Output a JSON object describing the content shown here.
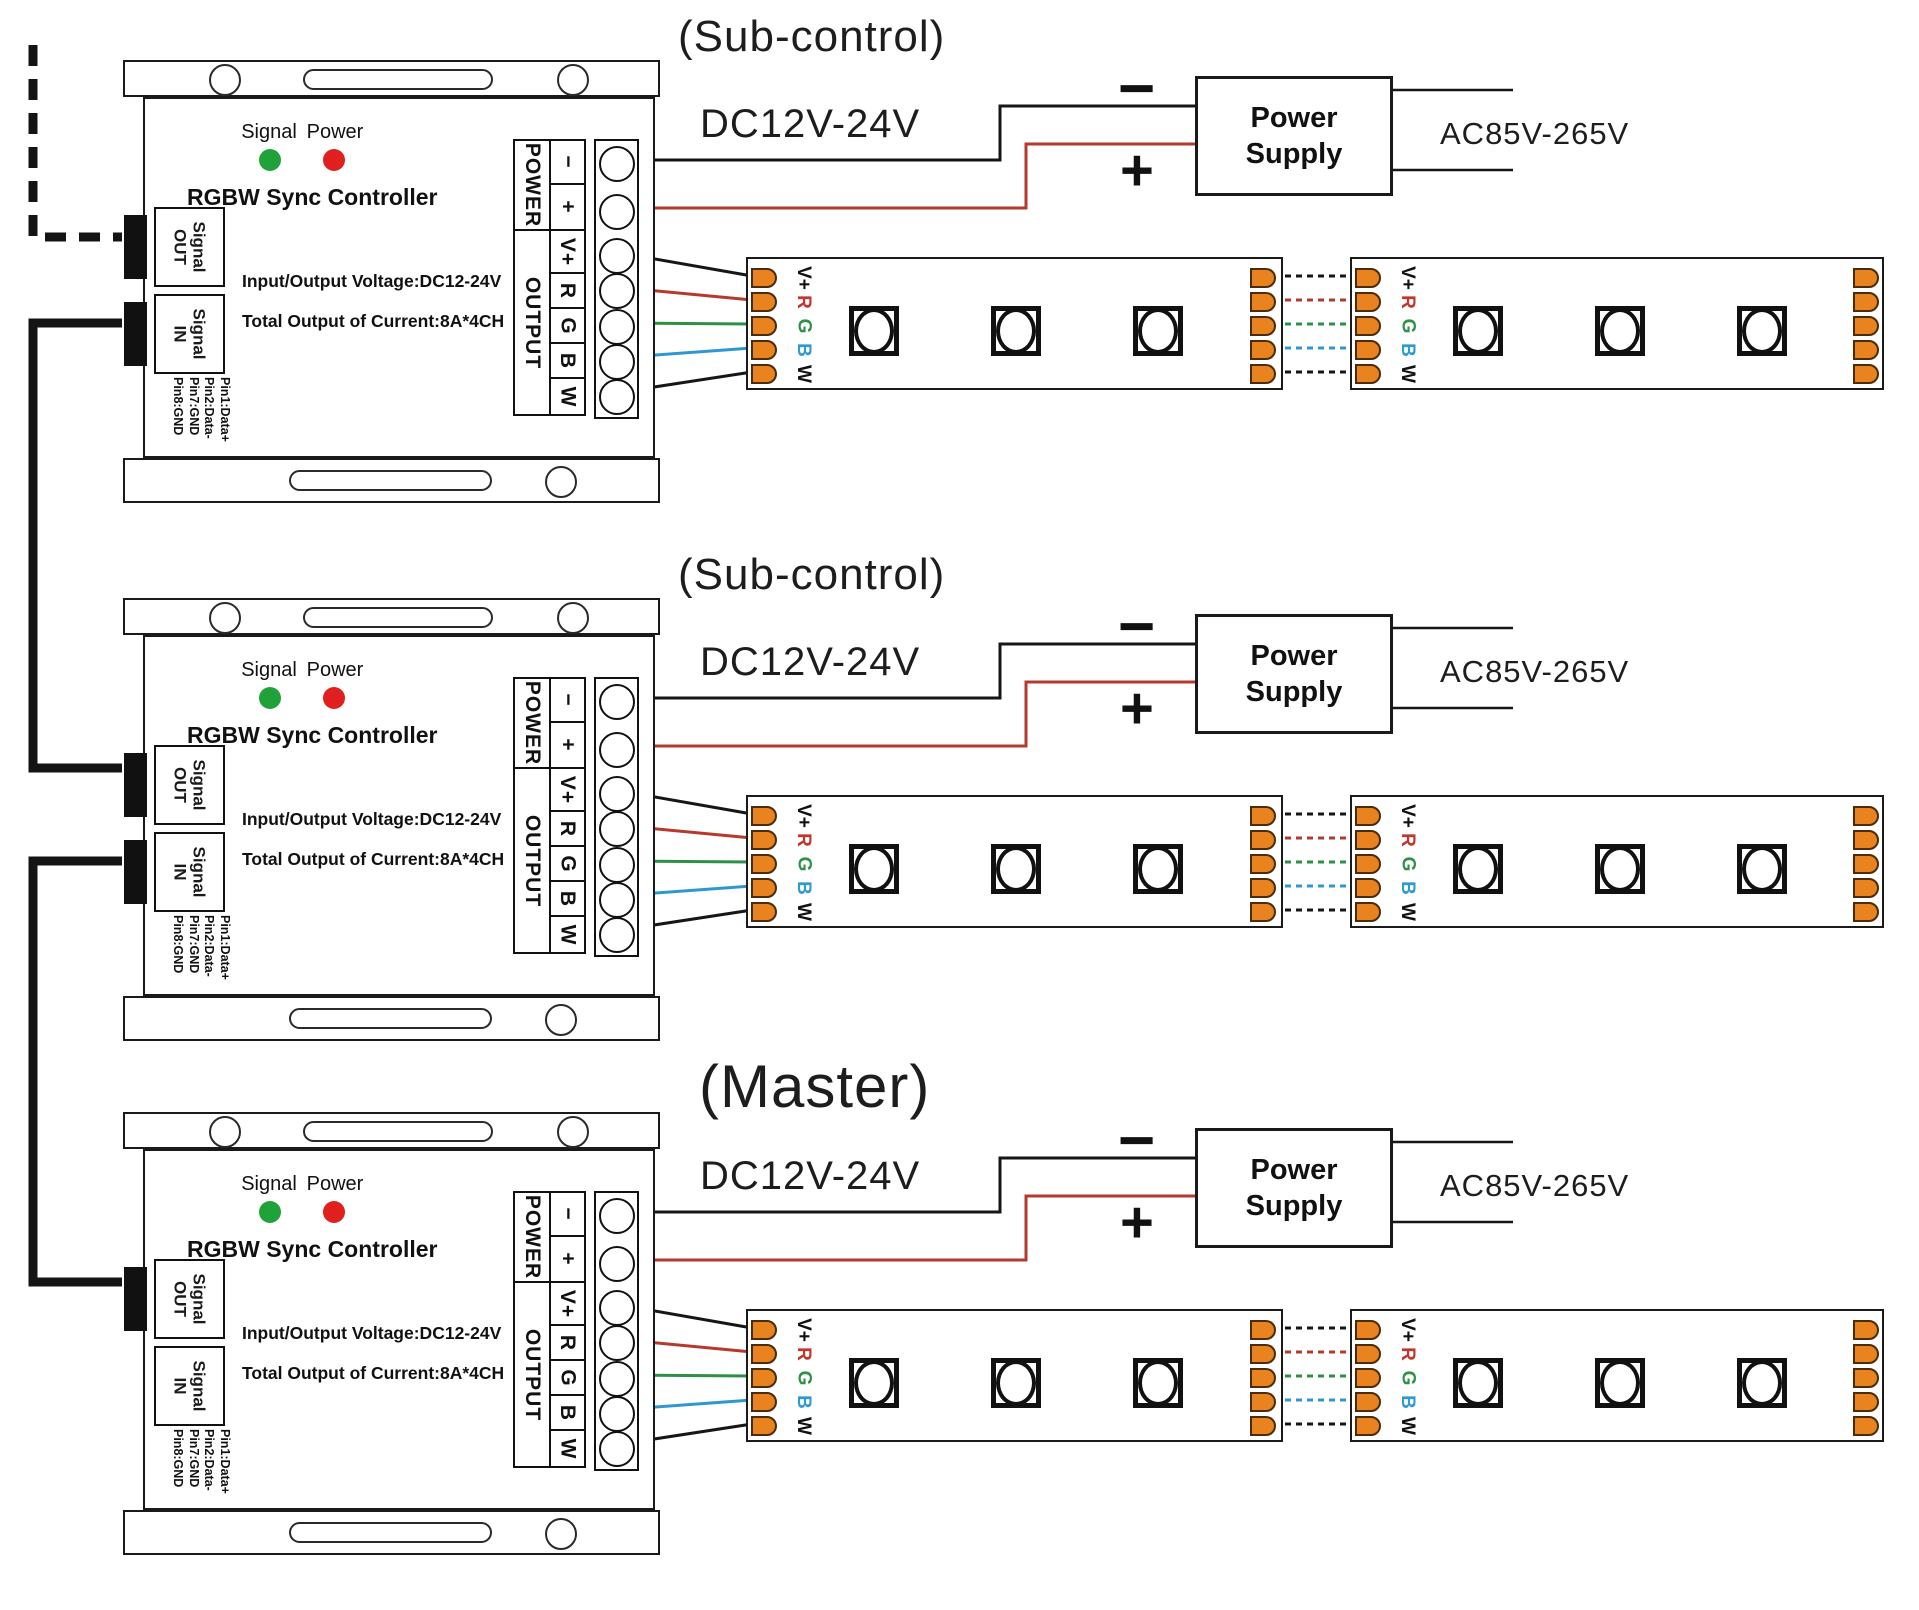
{
  "sections": [
    {
      "title": "(Sub-control)",
      "kind": "sub",
      "has_in_tab": true
    },
    {
      "title": "(Sub-control)",
      "kind": "sub",
      "has_in_tab": true
    },
    {
      "title": "(Master)",
      "kind": "master",
      "has_in_tab": false
    }
  ],
  "controller": {
    "name": "RGBW Sync Controller",
    "signal_led_label": "Signal",
    "power_led_label": "Power",
    "out_lines": [
      "Signal",
      "OUT"
    ],
    "in_lines": [
      "Signal",
      "IN"
    ],
    "pins": [
      "Pin1:Data+",
      "Pin2:Data-",
      "Pin7:GND",
      "Pin8:GND"
    ],
    "spec_voltage": "Input/Output Voltage:DC12-24V",
    "spec_current": "Total Output of Current:8A*4CH",
    "group_power": "POWER",
    "group_output": "OUTPUT",
    "terminals": [
      "−",
      "+",
      "V+",
      "R",
      "G",
      "B",
      "W"
    ]
  },
  "power_supply": {
    "dc_label": "DC12V-24V",
    "name_line1": "Power",
    "name_line2": "Supply",
    "ac_label": "AC85V-265V",
    "minus": "−",
    "plus": "+"
  },
  "strip": {
    "pad_labels": [
      {
        "text": "V+",
        "color": "#111111"
      },
      {
        "text": "R",
        "color": "#c2372b"
      },
      {
        "text": "G",
        "color": "#2e9147"
      },
      {
        "text": "B",
        "color": "#2f9ad0"
      },
      {
        "text": "W",
        "color": "#111111"
      }
    ],
    "leds_per_segment": 3,
    "segments": 2
  },
  "colors": {
    "wire_black": "#161616",
    "wire_red": "#b43a2e",
    "wire_green": "#2e8f47",
    "wire_blue": "#2f97cf",
    "signal_wire": "#141414",
    "led_green": "#1fa23a",
    "led_red": "#e01f1f",
    "pad_orange": "#e8831f"
  }
}
